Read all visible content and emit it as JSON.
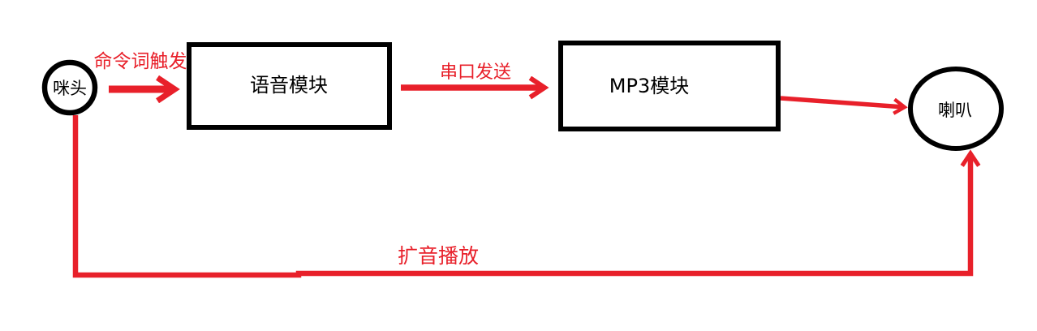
{
  "diagram": {
    "type": "flow-diagram",
    "nodes": [
      {
        "id": "mic",
        "shape": "circle",
        "label": "咪头"
      },
      {
        "id": "voice-module",
        "shape": "rect",
        "label": "语音模块"
      },
      {
        "id": "mp3-module",
        "shape": "rect",
        "label": "MP3模块"
      },
      {
        "id": "speaker",
        "shape": "circle",
        "label": "喇叭"
      }
    ],
    "edges": [
      {
        "from": "mic",
        "to": "voice-module",
        "label": "命令词触发",
        "route": "straight"
      },
      {
        "from": "voice-module",
        "to": "mp3-module",
        "label": "串口发送",
        "route": "straight"
      },
      {
        "from": "mp3-module",
        "to": "speaker",
        "label": "",
        "route": "straight"
      },
      {
        "from": "mic",
        "to": "speaker",
        "label": "扩音播放",
        "route": "bottom-feedback"
      }
    ],
    "colors": {
      "arrow_red": "#e8202a",
      "node_stroke": "#000000",
      "background": "#ffffff"
    }
  }
}
